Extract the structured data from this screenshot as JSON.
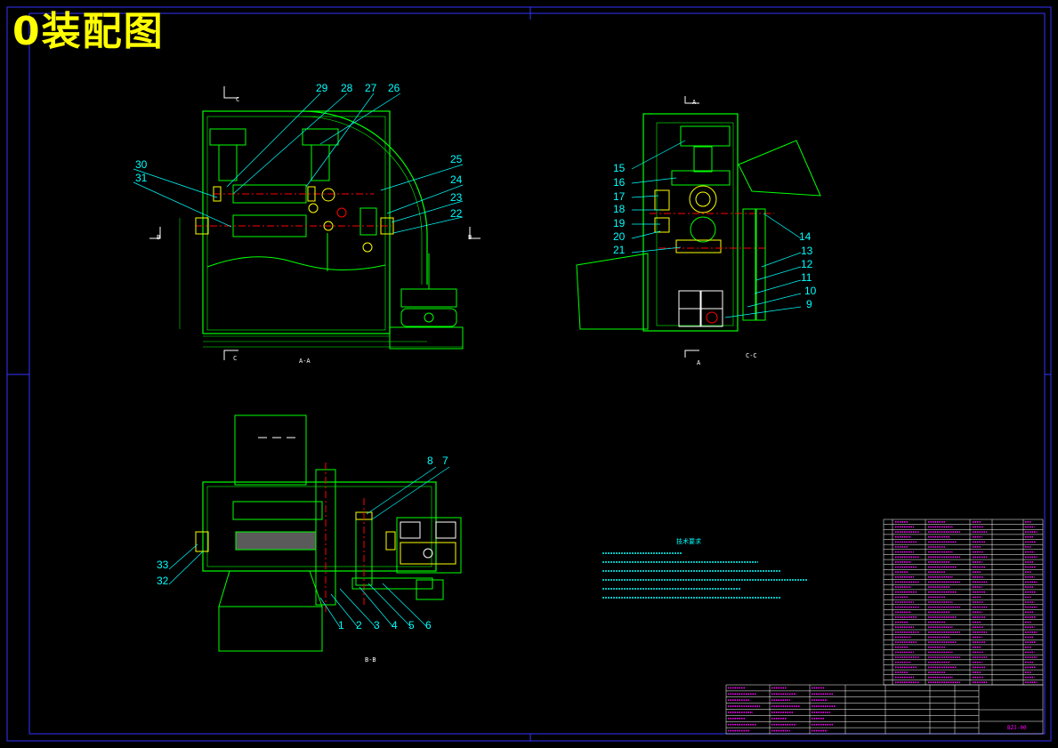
{
  "title": "0装配图",
  "views": {
    "aa_caption": "A-A",
    "cc_caption": "C-C",
    "bb_caption": "B-B",
    "cut_c_top": "C",
    "cut_c_bottom": "C",
    "cut_b_left": "B",
    "cut_b_right": "B",
    "cut_a_top": "A",
    "cut_a_bottom": "A"
  },
  "part_numbers_aa": [
    "29",
    "28",
    "27",
    "26",
    "30",
    "31",
    "25",
    "24",
    "23",
    "22"
  ],
  "part_numbers_cc": [
    "15",
    "16",
    "17",
    "18",
    "19",
    "20",
    "21",
    "14",
    "13",
    "12",
    "11",
    "10",
    "9"
  ],
  "part_numbers_bb": [
    "8",
    "7",
    "33",
    "32",
    "1",
    "2",
    "3",
    "4",
    "5",
    "6"
  ],
  "tech_requirements": {
    "title": "技术要求"
  },
  "title_block": {
    "drawing_no": "BZJ-00"
  },
  "colors": {
    "frame": "#ffffff",
    "outline": "#00ff00",
    "centerline": "#ff0000",
    "labels": "#00ffff",
    "title": "#ffff00",
    "table": "#ffffff",
    "table_text": "#ff00ff",
    "border_blue": "#0000ff"
  }
}
